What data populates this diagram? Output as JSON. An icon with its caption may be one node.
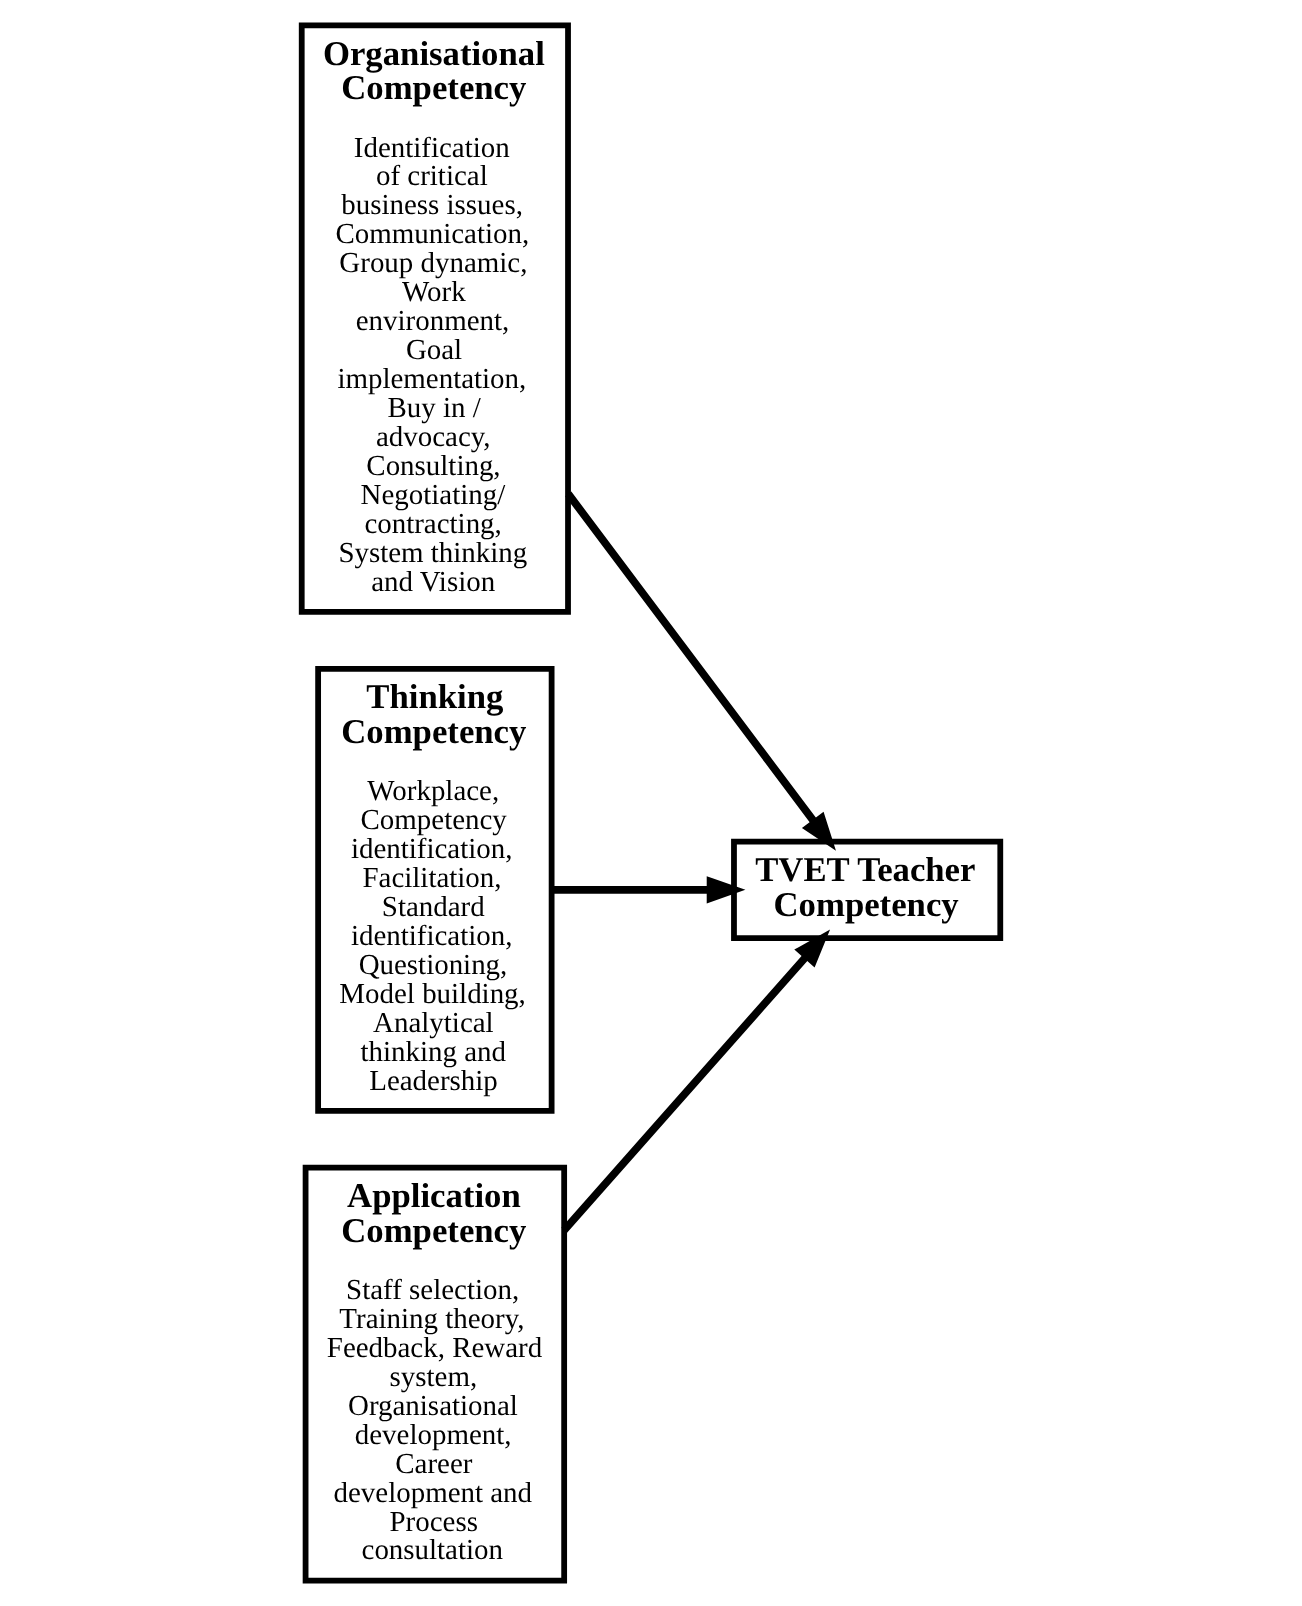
{
  "diagram": {
    "nodes": [
      {
        "text": [
          "Organisational Competency",
          "Identification of critical business issues, Communication, Group dynamic, Work environment, Goal implementation, Buy in / advocacy, Consulting, Negotiating/ contracting, System thinking and Vision"
        ]
      },
      {
        "text": [
          "Thinking Competency",
          "Workplace, Competency identification, Facilitation, Standard identification, Questioning, Model building, Analytical thinking and Leadership"
        ]
      },
      {
        "text": [
          "Application Competency",
          "Staff selection, Training theory, Feedback, Reward system, Organisational development, Career development and Process consultation"
        ]
      },
      {
        "text": [
          "TVET Teacher Competency"
        ]
      }
    ],
    "edges": [
      {
        "from": 0,
        "to": 3,
        "arrow": "to"
      },
      {
        "from": 1,
        "to": 3,
        "arrow": "to"
      },
      {
        "from": 2,
        "to": 3,
        "arrow": "to"
      }
    ]
  }
}
